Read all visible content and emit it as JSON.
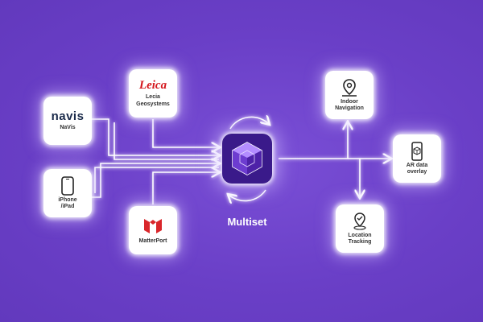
{
  "diagram": {
    "hub": {
      "label": "Multiset",
      "icon": "multiset-crystal-icon"
    },
    "inputs": [
      {
        "id": "navis",
        "logo_text": "navis",
        "label": "NaVis",
        "icon": "navis-logo-icon"
      },
      {
        "id": "iphone",
        "label": "iPhone\n/iPad",
        "icon": "phone-icon"
      },
      {
        "id": "leica",
        "logo_text": "Leica",
        "label": "Lecia\nGeosystems",
        "icon": "leica-logo-icon"
      },
      {
        "id": "matterport",
        "label": "MatterPort",
        "icon": "matterport-logo-icon"
      }
    ],
    "outputs": [
      {
        "id": "indoor",
        "label": "Indoor\nNavigation",
        "icon": "map-pin-icon"
      },
      {
        "id": "ar",
        "label": "AR data\noverlay",
        "icon": "ar-phone-icon"
      },
      {
        "id": "location",
        "label": "Location\nTracking",
        "icon": "location-pin-icon"
      }
    ],
    "colors": {
      "background": "#6a3fc7",
      "line": "#ffffff",
      "hub": "#3a1a8a",
      "leica_red": "#d4161c",
      "matterport_red": "#d9262b"
    }
  }
}
